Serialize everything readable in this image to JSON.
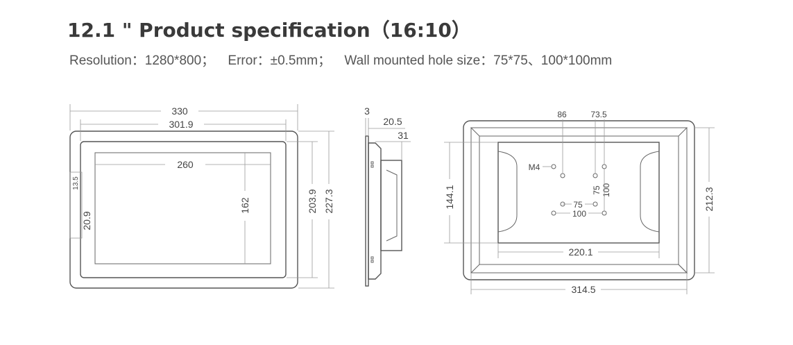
{
  "header": {
    "title": "12.1 \" Product specification（16:10）",
    "resolution": "Resolution：1280*800；",
    "error": "Error：±0.5mm；",
    "wall_mount": "Wall mounted hole size：75*75、100*100mm"
  },
  "front_view": {
    "overall_width": "330",
    "bezel_width": "301.9",
    "screen_width": "260",
    "screen_height": "162",
    "bezel_height": "203.9",
    "overall_height": "227.3",
    "side_offset": "13.5",
    "side_panel": "20.9"
  },
  "side_view": {
    "front_thickness": "3",
    "depth_a": "20.5",
    "depth_b": "31"
  },
  "rear_view": {
    "hole_x": "86",
    "hole_y": "73.5",
    "screw": "M4",
    "vesa_75_v": "75",
    "vesa_100_v": "100",
    "vesa_75_h": "75",
    "vesa_100_h": "100",
    "inner_height": "144.1",
    "inner_width": "220.1",
    "overall_width": "314.5",
    "overall_height": "212.3"
  },
  "colors": {
    "line": "#555555",
    "dim_line": "#9a9a9a",
    "text": "#444444"
  }
}
